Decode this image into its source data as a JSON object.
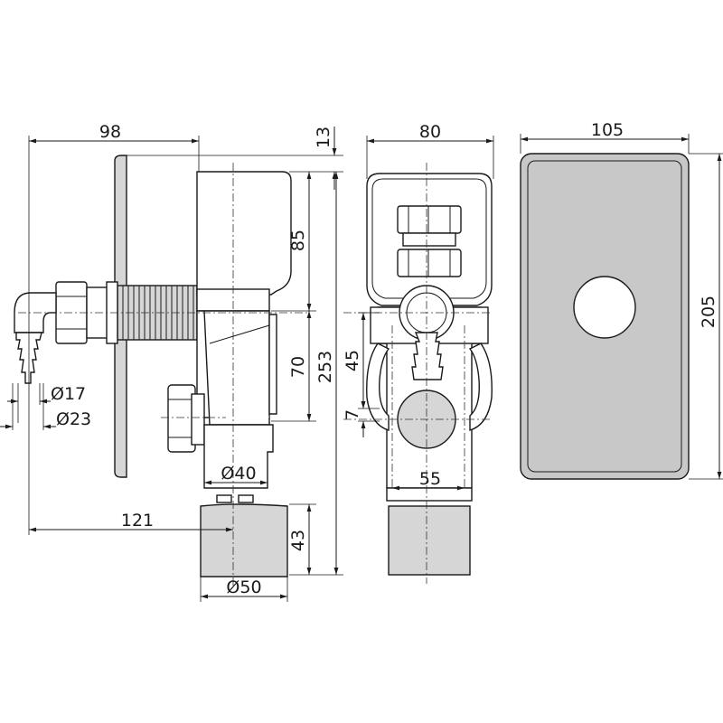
{
  "dimensions": {
    "side_depth": "98",
    "flange_depth": "13",
    "cap_height": "85",
    "total_height": "253",
    "mid_height": "70",
    "hose_inner_dia": "Ø17",
    "hose_outer_dia": "Ø23",
    "inlet_dia": "Ø40",
    "outlet_offset": "121",
    "outlet_height": "43",
    "outlet_dia": "Ø50",
    "front_width": "80",
    "front_offset_upper": "45",
    "front_offset_lower": "7",
    "front_spacing": "55",
    "plate_width": "105",
    "plate_height": "205"
  }
}
